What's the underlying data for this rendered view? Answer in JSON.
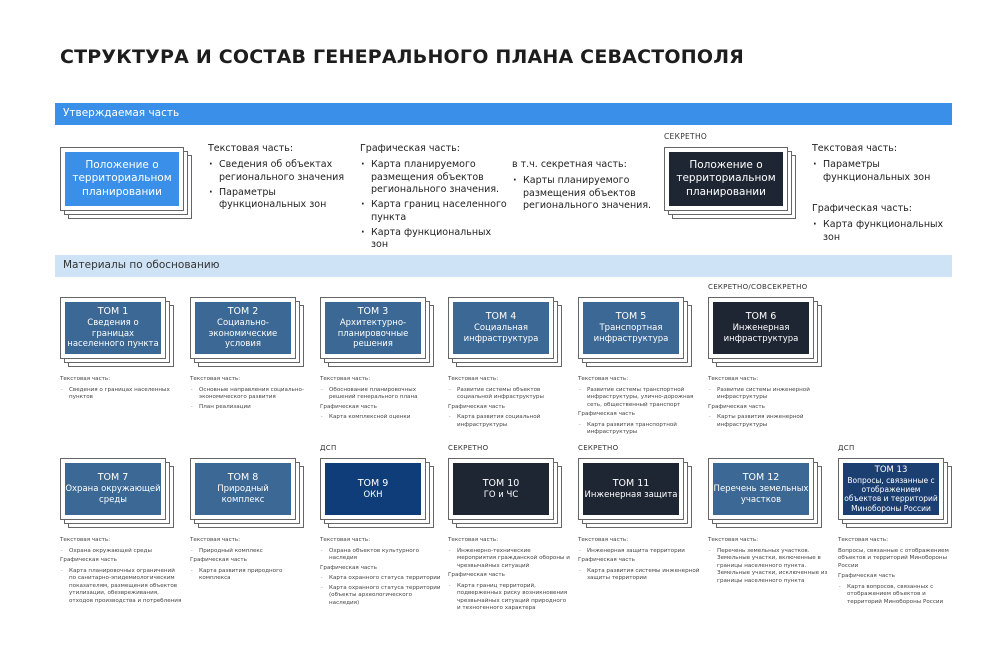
{
  "title": "СТРУКТУРА И СОСТАВ ГЕНЕРАЛЬНОГО ПЛАНА СЕВАСТОПОЛЯ",
  "approved_bar": "Утверждаемая часть",
  "materials_bar": "Материалы по обоснованию",
  "colors": {
    "bright": "#3a90e8",
    "steel": "#3b6894",
    "dark": "#1f2633",
    "navy": "#0f3d7a",
    "navy2": "#1c3f72"
  },
  "approved": {
    "box1": {
      "text": "Положение о территориальном планировании"
    },
    "text_part": {
      "heading": "Текстовая часть:",
      "items": [
        "Сведения об объектах регионального значения",
        "Параметры функциональных зон"
      ]
    },
    "graphic_part": {
      "heading": "Графическая часть:",
      "items": [
        "Карта планируемого размещения объектов регионального значения.",
        "Карта границ населенного пункта",
        "Карта функциональных зон"
      ]
    },
    "secret_part": {
      "heading": "в т.ч. секретная часть:",
      "items": [
        "Карты планируемого размещения объектов регионального значения."
      ]
    },
    "box2": {
      "label": "СЕКРЕТНО",
      "text": "Положение о территориальном планировании"
    },
    "text_part2": {
      "heading": "Текстовая часть:",
      "items": [
        "Параметры функциональных зон"
      ]
    },
    "graphic_part2": {
      "heading": "Графическая часть:",
      "items": [
        "Карта функциональных зон"
      ]
    }
  },
  "tomes": [
    {
      "label": "",
      "title": "ТОМ 1",
      "subtitle": "Сведения о границах населенного пункта",
      "color": "steel",
      "sections": [
        {
          "heading": "Текстовая часть:",
          "items": [
            "Сведения о границах населенных пунктов"
          ]
        }
      ]
    },
    {
      "label": "",
      "title": "ТОМ 2",
      "subtitle": "Социально-экономические условия",
      "color": "steel",
      "sections": [
        {
          "heading": "Текстовая часть:",
          "items": [
            "Основные направления социально-экономического развития",
            "План реализации"
          ]
        }
      ]
    },
    {
      "label": "",
      "title": "ТОМ 3",
      "subtitle": "Архитектурно-планировочные решения",
      "color": "steel",
      "sections": [
        {
          "heading": "Текстовая часть:",
          "items": [
            "Обоснование планировочных решений генерального плана"
          ]
        },
        {
          "heading": "Графическая часть",
          "items": [
            "Карта комплексной оценки"
          ]
        }
      ]
    },
    {
      "label": "",
      "title": "ТОМ 4",
      "subtitle": "Социальная инфраструктура",
      "color": "steel",
      "sections": [
        {
          "heading": "Текстовая часть:",
          "items": [
            "Развитие системы объектов социальной инфраструктуры"
          ]
        },
        {
          "heading": "Графическая часть",
          "items": [
            "Карта развития социальной инфраструктуры"
          ]
        }
      ]
    },
    {
      "label": "",
      "title": "ТОМ 5",
      "subtitle": "Транспортная инфраструктура",
      "color": "steel",
      "sections": [
        {
          "heading": "Текстовая часть:",
          "items": [
            "Развитие системы транспортной инфраструктуры, улично-дорожная сеть, общественный транспорт"
          ]
        },
        {
          "heading": "Графическая часть",
          "items": [
            "Карта развития транспортной инфраструктуры"
          ]
        }
      ]
    },
    {
      "label": "СЕКРЕТНО/СОВСЕКРЕТНО",
      "title": "ТОМ 6",
      "subtitle": "Инженерная инфраструктура",
      "color": "dark",
      "sections": [
        {
          "heading": "Текстовая часть:",
          "items": [
            "Развитие системы инженерной инфраструктуры"
          ]
        },
        {
          "heading": "Графическая часть",
          "items": [
            "Карты развития инженерной инфраструктуры"
          ]
        }
      ]
    },
    {
      "label": "",
      "title": "ТОМ 7",
      "subtitle": "Охрана окружающей среды",
      "color": "steel",
      "sections": [
        {
          "heading": "Текстовая часть:",
          "items": [
            "Охрана окружающей среды"
          ]
        },
        {
          "heading": "Графическая часть",
          "items": [
            "Карта планировочных ограничений по санитарно-эпидемиологическим показателям, размещения объектов утилизации, обезвреживания, отходов производства и потребления"
          ]
        }
      ]
    },
    {
      "label": "",
      "title": "ТОМ 8",
      "subtitle": "Природный комплекс",
      "color": "steel",
      "sections": [
        {
          "heading": "Текстовая часть:",
          "items": [
            "Природный комплекс"
          ]
        },
        {
          "heading": "Графическая часть",
          "items": [
            "Карта развития природного комплекса"
          ]
        }
      ]
    },
    {
      "label": "ДСП",
      "title": "ТОМ 9",
      "subtitle": "ОКН",
      "color": "navy",
      "sections": [
        {
          "heading": "Текстовая часть:",
          "items": [
            "Охрана объектов культурного наследия"
          ]
        },
        {
          "heading": "Графическая часть",
          "items": [
            "Карта охранного статуса территории",
            "Карта охранного статуса территории (объекты археологического наследия)"
          ]
        }
      ]
    },
    {
      "label": "СЕКРЕТНО",
      "title": "ТОМ 10",
      "subtitle": "ГО и ЧС",
      "color": "dark",
      "sections": [
        {
          "heading": "Текстовая часть:",
          "items": [
            "Инженерно-технические мероприятия гражданской обороны и чрезвычайных ситуаций"
          ]
        },
        {
          "heading": "Графическая часть",
          "items": [
            "Карта границ территорий, подверженных риску возникновения чрезвычайных ситуаций природного и техногенного характера"
          ]
        }
      ]
    },
    {
      "label": "СЕКРЕТНО",
      "title": "ТОМ 11",
      "subtitle": "Инженерная защита",
      "color": "dark",
      "sections": [
        {
          "heading": "Текстовая часть:",
          "items": [
            "Инженерная защита территории"
          ]
        },
        {
          "heading": "Графическая часть",
          "items": [
            "Карта развития системы инженерной защиты территории"
          ]
        }
      ]
    },
    {
      "label": "",
      "title": "ТОМ 12",
      "subtitle": "Перечень земельных участков",
      "color": "steel",
      "sections": [
        {
          "heading": "Текстовая часть:",
          "items": [
            "Перечень земельных участков. Земельные участки, включенные в границы населенного пункта. Земельные участки, исключенные из границы населенного пункта"
          ]
        }
      ]
    },
    {
      "label": "ДСП",
      "title": "ТОМ 13",
      "subtitle": "Вопросы, связанные с отображением объектов и территорий Минобороны России",
      "color": "navy2",
      "sections": [
        {
          "heading": "Текстовая часть:",
          "text": "Вопросы, связанные с отображением объектов и территорий Минобороны России"
        },
        {
          "heading": "Графическая часть",
          "items": [
            "Карта вопросов, связанных с отображением объектов и территорий Минобороны России"
          ]
        }
      ]
    }
  ]
}
